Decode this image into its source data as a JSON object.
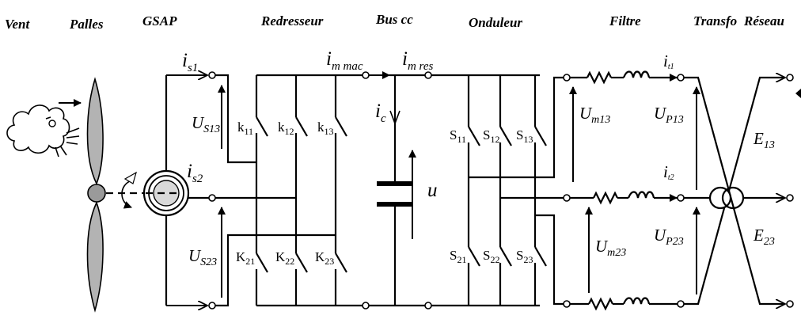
{
  "headers": {
    "vent": "Vent",
    "palles": "Palles",
    "gsap": "GSAP",
    "redresseur": "Redresseur",
    "bus_cc": "Bus cc",
    "onduleur": "Onduleur",
    "filtre": "Filtre",
    "transfo": "Transfo",
    "reseau": "Réseau"
  },
  "currents": {
    "is1_main": "i",
    "is1_sub": "s1",
    "is2_main": "i",
    "is2_sub": "s2",
    "im_mac_main": "i",
    "im_mac_sub": "m  mac",
    "im_res_main": "i",
    "im_res_sub": "m  res",
    "ic_main": "i",
    "ic_sub": "c",
    "it1_main": "i",
    "it1_sub": "t1",
    "it2_main": "i",
    "it2_sub": "t2"
  },
  "voltages": {
    "us13_main": "U",
    "us13_sub": "S13",
    "us23_main": "U",
    "us23_sub": "S23",
    "u": "u",
    "um13_main": "U",
    "um13_sub": "m13",
    "um23_main": "U",
    "um23_sub": "m23",
    "up13_main": "U",
    "up13_sub": "P13",
    "up23_main": "U",
    "up23_sub": "P23",
    "e13_main": "E",
    "e13_sub": "13",
    "e23_main": "E",
    "e23_sub": "23"
  },
  "rectifier_switches": {
    "k11_main": "k",
    "k11_sub": "11",
    "k12_main": "k",
    "k12_sub": "12",
    "k13_main": "k",
    "k13_sub": "13",
    "K21_main": "K",
    "K21_sub": "21",
    "K22_main": "K",
    "K22_sub": "22",
    "K23_main": "K",
    "K23_sub": "23"
  },
  "inverter_switches": {
    "S11_main": "S",
    "S11_sub": "11",
    "S12_main": "S",
    "S12_sub": "12",
    "S13_main": "S",
    "S13_sub": "13",
    "S21_main": "S",
    "S21_sub": "21",
    "S22_main": "S",
    "S22_sub": "22",
    "S23_main": "S",
    "S23_sub": "23"
  }
}
